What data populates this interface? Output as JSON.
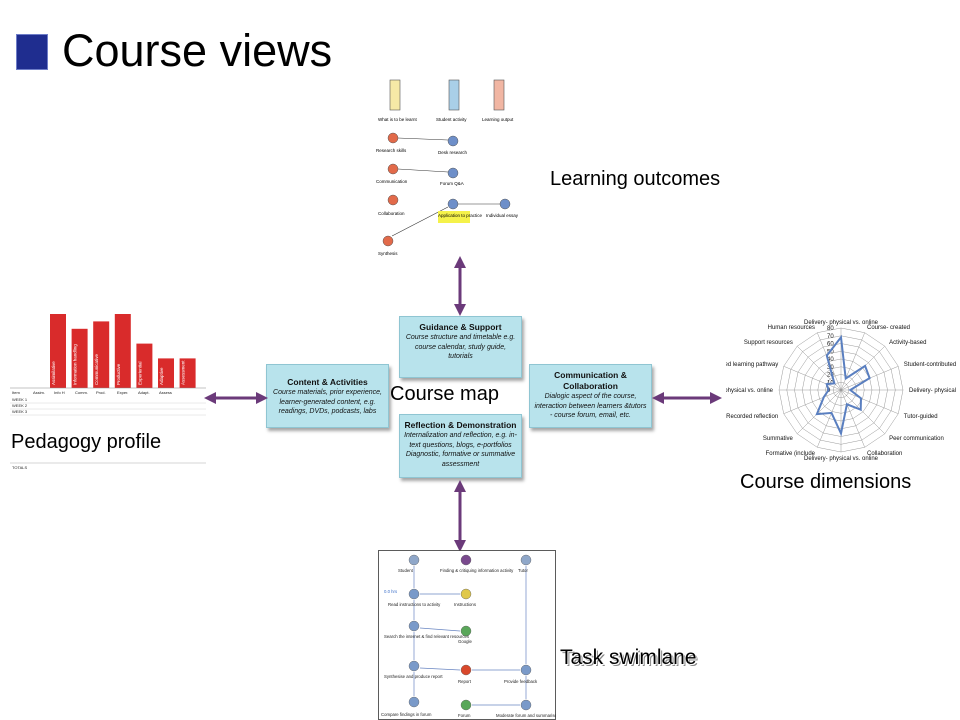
{
  "slide": {
    "title": "Course views"
  },
  "labels": {
    "learning_outcomes": "Learning outcomes",
    "course_map": "Course map",
    "pedagogy_profile": "Pedagogy profile",
    "course_dimensions": "Course dimensions",
    "task_swimlane": "Task swimlane"
  },
  "course_map": {
    "guidance": {
      "title": "Guidance & Support",
      "desc": "Course structure and timetable e.g. course calendar, study guide, tutorials"
    },
    "content": {
      "title": "Content & Activities",
      "desc": "Course materials, prior experience, learner-generated content, e.g. readings, DVDs, podcasts, labs"
    },
    "communication": {
      "title": "Communication & Collaboration",
      "desc": "Dialogic aspect of the course, interaction between learners &tutors - course forum, email, etc."
    },
    "reflection": {
      "title": "Reflection & Demonstration",
      "desc": "Internalization and reflection, e.g. in-text questions, blogs, e-portfolios Diagnostic, formative or summative assessment"
    }
  },
  "learning_outcomes_thumb": {
    "headers": [
      "What is to be learnt",
      "Student activity",
      "Learning output"
    ],
    "rows": [
      "Research skills",
      "Communication",
      "Collaboration",
      "Synthesis"
    ],
    "activities": [
      "Desk research",
      "Forum Q&A",
      "Application to practice"
    ],
    "output": "Individual essay"
  },
  "pedagogy_thumb": {
    "bars": [
      "Assimilative",
      "Information handling",
      "Communicative",
      "Productive",
      "Experiential",
      "Adaptive",
      "Assessment"
    ],
    "bar_values": [
      10,
      8,
      9,
      10,
      6,
      4,
      4
    ],
    "table_header": [
      "Item",
      "Assim.",
      "Info H",
      "Comm.",
      "Prod.",
      "Exper.",
      "Adapt.",
      "Assess"
    ],
    "table_rows": [
      "WEEK 1",
      "WEEK 2",
      "WEEK 3"
    ],
    "totals_label": "TOTALS"
  },
  "radar": {
    "ticks": [
      "80",
      "70",
      "60",
      "50",
      "40",
      "30",
      "20",
      "10",
      "0"
    ],
    "axes": [
      "Delivery- physical vs. online",
      "Course- created",
      "Activity-based",
      "Student-contributed",
      "Delivery- physical vs. online",
      "Tutor-guided",
      "Peer communication",
      "Collaboration",
      "Delivery- physical vs. online",
      "Formative (include",
      "Summative",
      "Recorded reflection",
      "Delivery- physical vs. online",
      "Guided learning pathway",
      "Support resources",
      "Human resources"
    ]
  },
  "swimlane": {
    "nodes": [
      "Student",
      "Finding & critiquing information activity",
      "Tutor",
      "Read instructions to activity",
      "Instructions",
      "Search the internet & find relevant resources",
      "Google",
      "Synthesise and produce report",
      "Report",
      "Provide feedback",
      "Compare findings in forum",
      "Forum",
      "Moderate forum and summarise discussion"
    ],
    "time_label": "0.0 hrs"
  }
}
